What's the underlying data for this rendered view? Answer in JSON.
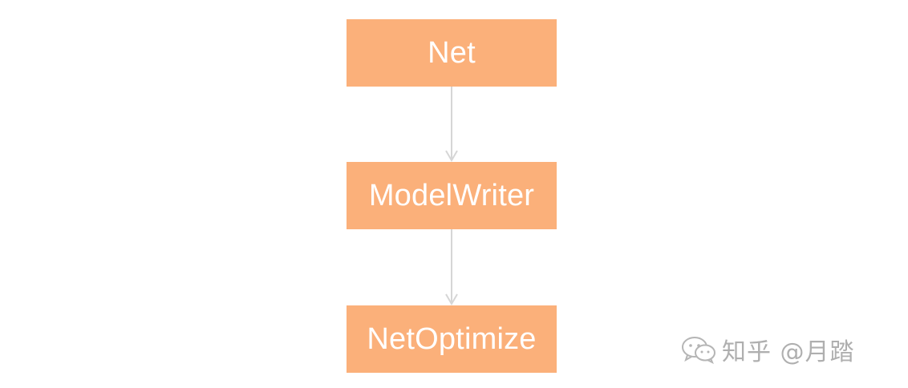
{
  "diagram": {
    "nodes": [
      {
        "label": "Net"
      },
      {
        "label": "ModelWriter"
      },
      {
        "label": "NetOptimize"
      }
    ],
    "colors": {
      "node_fill": "#FBB07A",
      "node_text": "#FFFFFF",
      "arrow": "#D6D6D6"
    }
  },
  "watermark": {
    "icon": "wechat-icon",
    "text": "知乎 @月踏"
  }
}
